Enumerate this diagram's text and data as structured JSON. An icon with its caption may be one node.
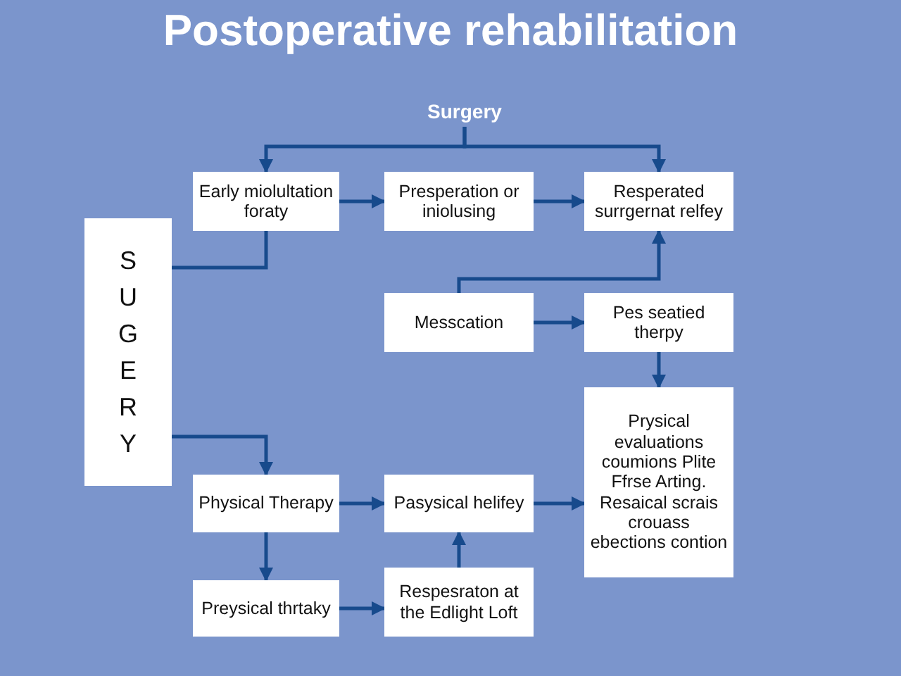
{
  "diagram": {
    "title": "Postoperative rehabilitation",
    "nodes": [
      {
        "text": [
          "Surgery"
        ]
      },
      {
        "text": [
          "Early miolultation foraty"
        ]
      },
      {
        "text": [
          "Presperation or iniolusing"
        ]
      },
      {
        "text": [
          "Resperated surrgernat relfey"
        ]
      },
      {
        "text": [
          "SUGERY"
        ]
      },
      {
        "text": [
          "Messcation"
        ]
      },
      {
        "text": [
          "Pes seatied therpy"
        ]
      },
      {
        "text": [
          "Prysical evaluations coumions Plite Ffrse Arting. Resaical scrais crouass ebections contion"
        ]
      },
      {
        "text": [
          "Physical Therapy"
        ]
      },
      {
        "text": [
          "Pasysical helifey"
        ]
      },
      {
        "text": [
          "Preysical thrtaky"
        ]
      },
      {
        "text": [
          "Respesraton at the Edlight Loft"
        ]
      }
    ],
    "edges": [
      {
        "from": 0,
        "to": 1,
        "arrow": "to"
      },
      {
        "from": 0,
        "to": 3,
        "arrow": "to"
      },
      {
        "from": 1,
        "to": 2,
        "arrow": "to"
      },
      {
        "from": 2,
        "to": 3,
        "arrow": "to"
      },
      {
        "from": 4,
        "to": 1,
        "arrow": "none"
      },
      {
        "from": 5,
        "to": 3,
        "arrow": "to"
      },
      {
        "from": 5,
        "to": 6,
        "arrow": "to"
      },
      {
        "from": 6,
        "to": 7,
        "arrow": "to"
      },
      {
        "from": 4,
        "to": 8,
        "arrow": "to"
      },
      {
        "from": 8,
        "to": 9,
        "arrow": "to"
      },
      {
        "from": 8,
        "to": 10,
        "arrow": "to"
      },
      {
        "from": 10,
        "to": 11,
        "arrow": "to"
      },
      {
        "from": 11,
        "to": 9,
        "arrow": "to"
      },
      {
        "from": 9,
        "to": 7,
        "arrow": "to"
      }
    ]
  }
}
